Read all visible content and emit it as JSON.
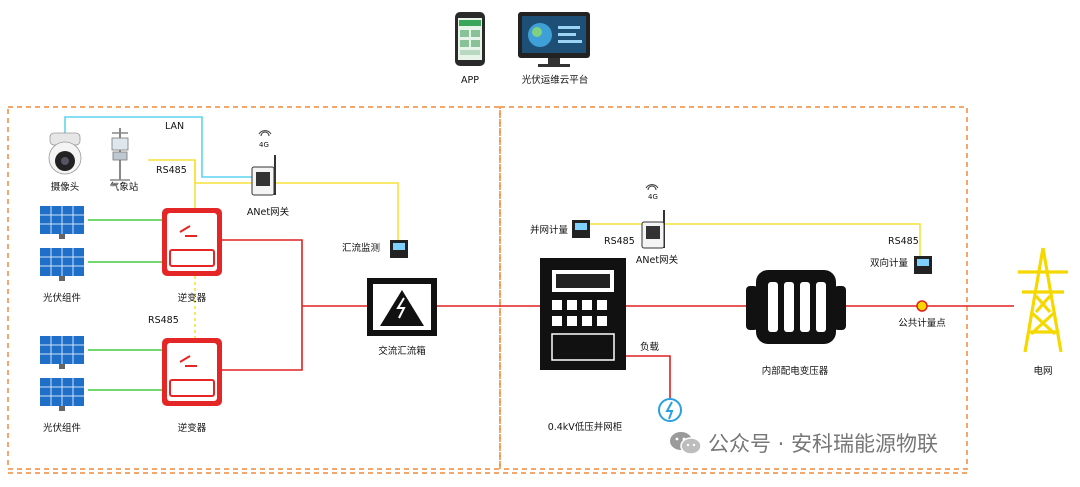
{
  "top_apps": {
    "app": "APP",
    "platform": "光伏运维云平台"
  },
  "left_section": {
    "camera": "摄像头",
    "weather": "气象站",
    "lan": "LAN",
    "rs485_top": "RS485",
    "gateway": "ANet网关",
    "gateway_signal": "4G",
    "pv_top": "光伏组件",
    "inverter_top": "逆变器",
    "rs485_mid": "RS485",
    "pv_bottom": "光伏组件",
    "inverter_bottom": "逆变器",
    "combiner_monitor": "汇流监测",
    "combiner_box": "交流汇流箱"
  },
  "right_section": {
    "grid_meter": "并网计量",
    "rs485_left": "RS485",
    "gateway": "ANet网关",
    "gateway_signal": "4G",
    "rs485_right": "RS485",
    "bidir_meter": "双向计量",
    "cabinet": "0.4kV低压并网柜",
    "load": "负载",
    "transformer": "内部配电变压器",
    "pcc": "公共计量点",
    "grid": "电网"
  },
  "watermark": "公众号 · 安科瑞能源物联",
  "colors": {
    "border_dashed": "#f0883a",
    "power_line": "#e02020",
    "rs485_line": "#f5e23a",
    "lan_line": "#5fd3f0",
    "dc_line": "#44cc44",
    "inverter": "#e42626",
    "pylon": "#f5d800"
  }
}
